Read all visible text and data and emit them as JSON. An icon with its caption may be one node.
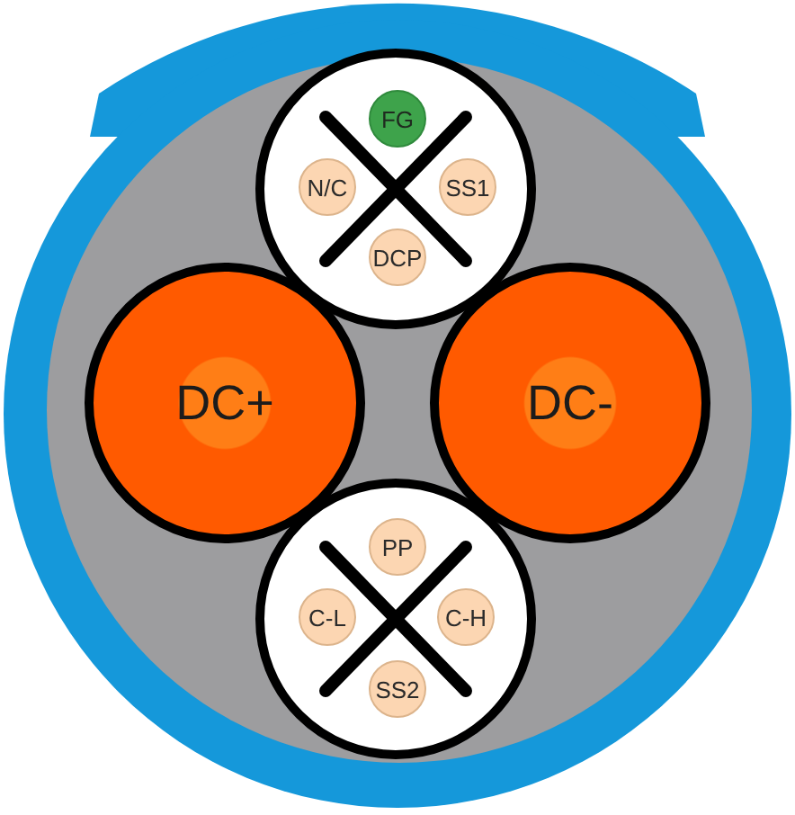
{
  "diagram": {
    "nodes": [
      {
        "text": [],
        "shape": "circle"
      },
      {
        "text": [
          "FG"
        ],
        "in": 0
      },
      {
        "text": [
          "N/C"
        ],
        "in": 0
      },
      {
        "text": [
          "SS1"
        ],
        "in": 0
      },
      {
        "text": [
          "DCP"
        ],
        "in": 0
      },
      {
        "text": [
          "DC+"
        ]
      },
      {
        "text": [
          "DC-"
        ]
      },
      {
        "text": [],
        "shape": "circle"
      },
      {
        "text": [
          "PP"
        ],
        "in": 7
      },
      {
        "text": [
          "C-L"
        ],
        "in": 7
      },
      {
        "text": [
          "C-H"
        ],
        "in": 7
      },
      {
        "text": [
          "SS2"
        ],
        "in": 7
      }
    ]
  }
}
